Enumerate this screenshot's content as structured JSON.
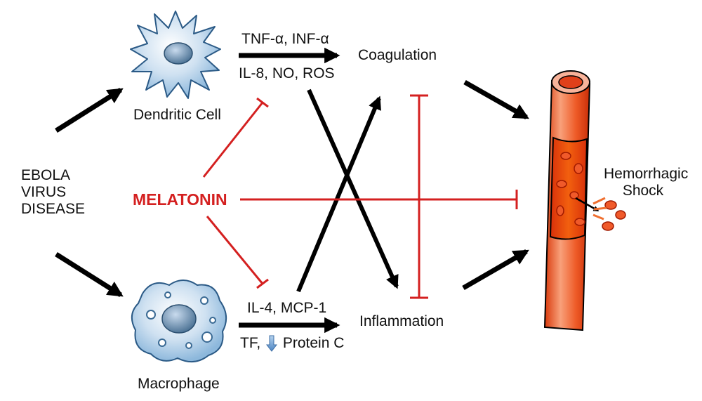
{
  "disease": {
    "lines": [
      "EBOLA",
      "VIRUS",
      "DISEASE"
    ]
  },
  "cells": {
    "dendritic": "Dendritic Cell",
    "macrophage": "Macrophage"
  },
  "melatonin": {
    "label": "MELATONIN",
    "color": "#d42020"
  },
  "mediators": {
    "top_upper": "TNF-α, INF-α",
    "top_lower": "IL-8, NO, ROS",
    "bottom_upper": "IL-4, MCP-1",
    "bottom_lower_prefix": "TF,",
    "bottom_lower_suffix": "Protein C"
  },
  "outcomes": {
    "coagulation": "Coagulation",
    "inflammation": "Inflammation",
    "shock_line1": "Hemorrhagic",
    "shock_line2": "Shock"
  },
  "colors": {
    "arrow": "#000000",
    "inhibit": "#d42020",
    "vessel_outer": "#f04a10",
    "vessel_inner": "#e03010",
    "cell_blue": "#a8cbe8",
    "nucleus": "#6b8fb0",
    "down_arrow": "#6ea3d8"
  },
  "icons": {
    "dendritic_cell": "dendritic-cell-icon",
    "macrophage": "macrophage-icon",
    "blood_vessel": "blood-vessel-icon",
    "protein_c_down": "down-arrow-icon"
  }
}
